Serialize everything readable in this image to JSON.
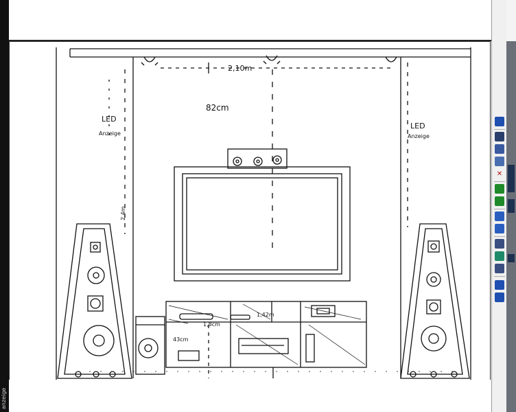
{
  "sidebar": {
    "vertical_label": "anzeige"
  },
  "drawing": {
    "dim_width": "2,10m",
    "dim_height_top": "82cm",
    "dim_side": "2,4m",
    "led_left": "LED",
    "led_left_sub": "Anzeige",
    "led_right": "LED",
    "led_right_sub": "Anzeige",
    "shelf_dim_1": "1,42m",
    "shelf_dim_2": "1,8cm",
    "shelf_dim_3": "43cm"
  },
  "toolbar": {
    "items": [
      {
        "icon": "globe-icon",
        "color": "#1f4fb0"
      },
      {
        "icon": "page-icon",
        "color": "#2a3f6b"
      },
      {
        "icon": "image-icon",
        "color": "#3a5aa0"
      },
      {
        "icon": "copy-icon",
        "color": "#4a6fb0"
      },
      {
        "icon": "close-icon",
        "color": "#b01010"
      },
      {
        "icon": "tree-up-icon",
        "color": "#1f8a2a"
      },
      {
        "icon": "tree-down-icon",
        "color": "#1f8a2a"
      },
      {
        "icon": "zoom-in-icon",
        "color": "#2a5fc0"
      },
      {
        "icon": "zoom-out-icon",
        "color": "#2a5fc0"
      },
      {
        "icon": "rotate-icon",
        "color": "#3a4f80"
      },
      {
        "icon": "plus-icon",
        "color": "#1f8a6a"
      },
      {
        "icon": "fit-icon",
        "color": "#3a4f80"
      },
      {
        "icon": "help-icon",
        "color": "#1f4fb0"
      }
    ]
  }
}
